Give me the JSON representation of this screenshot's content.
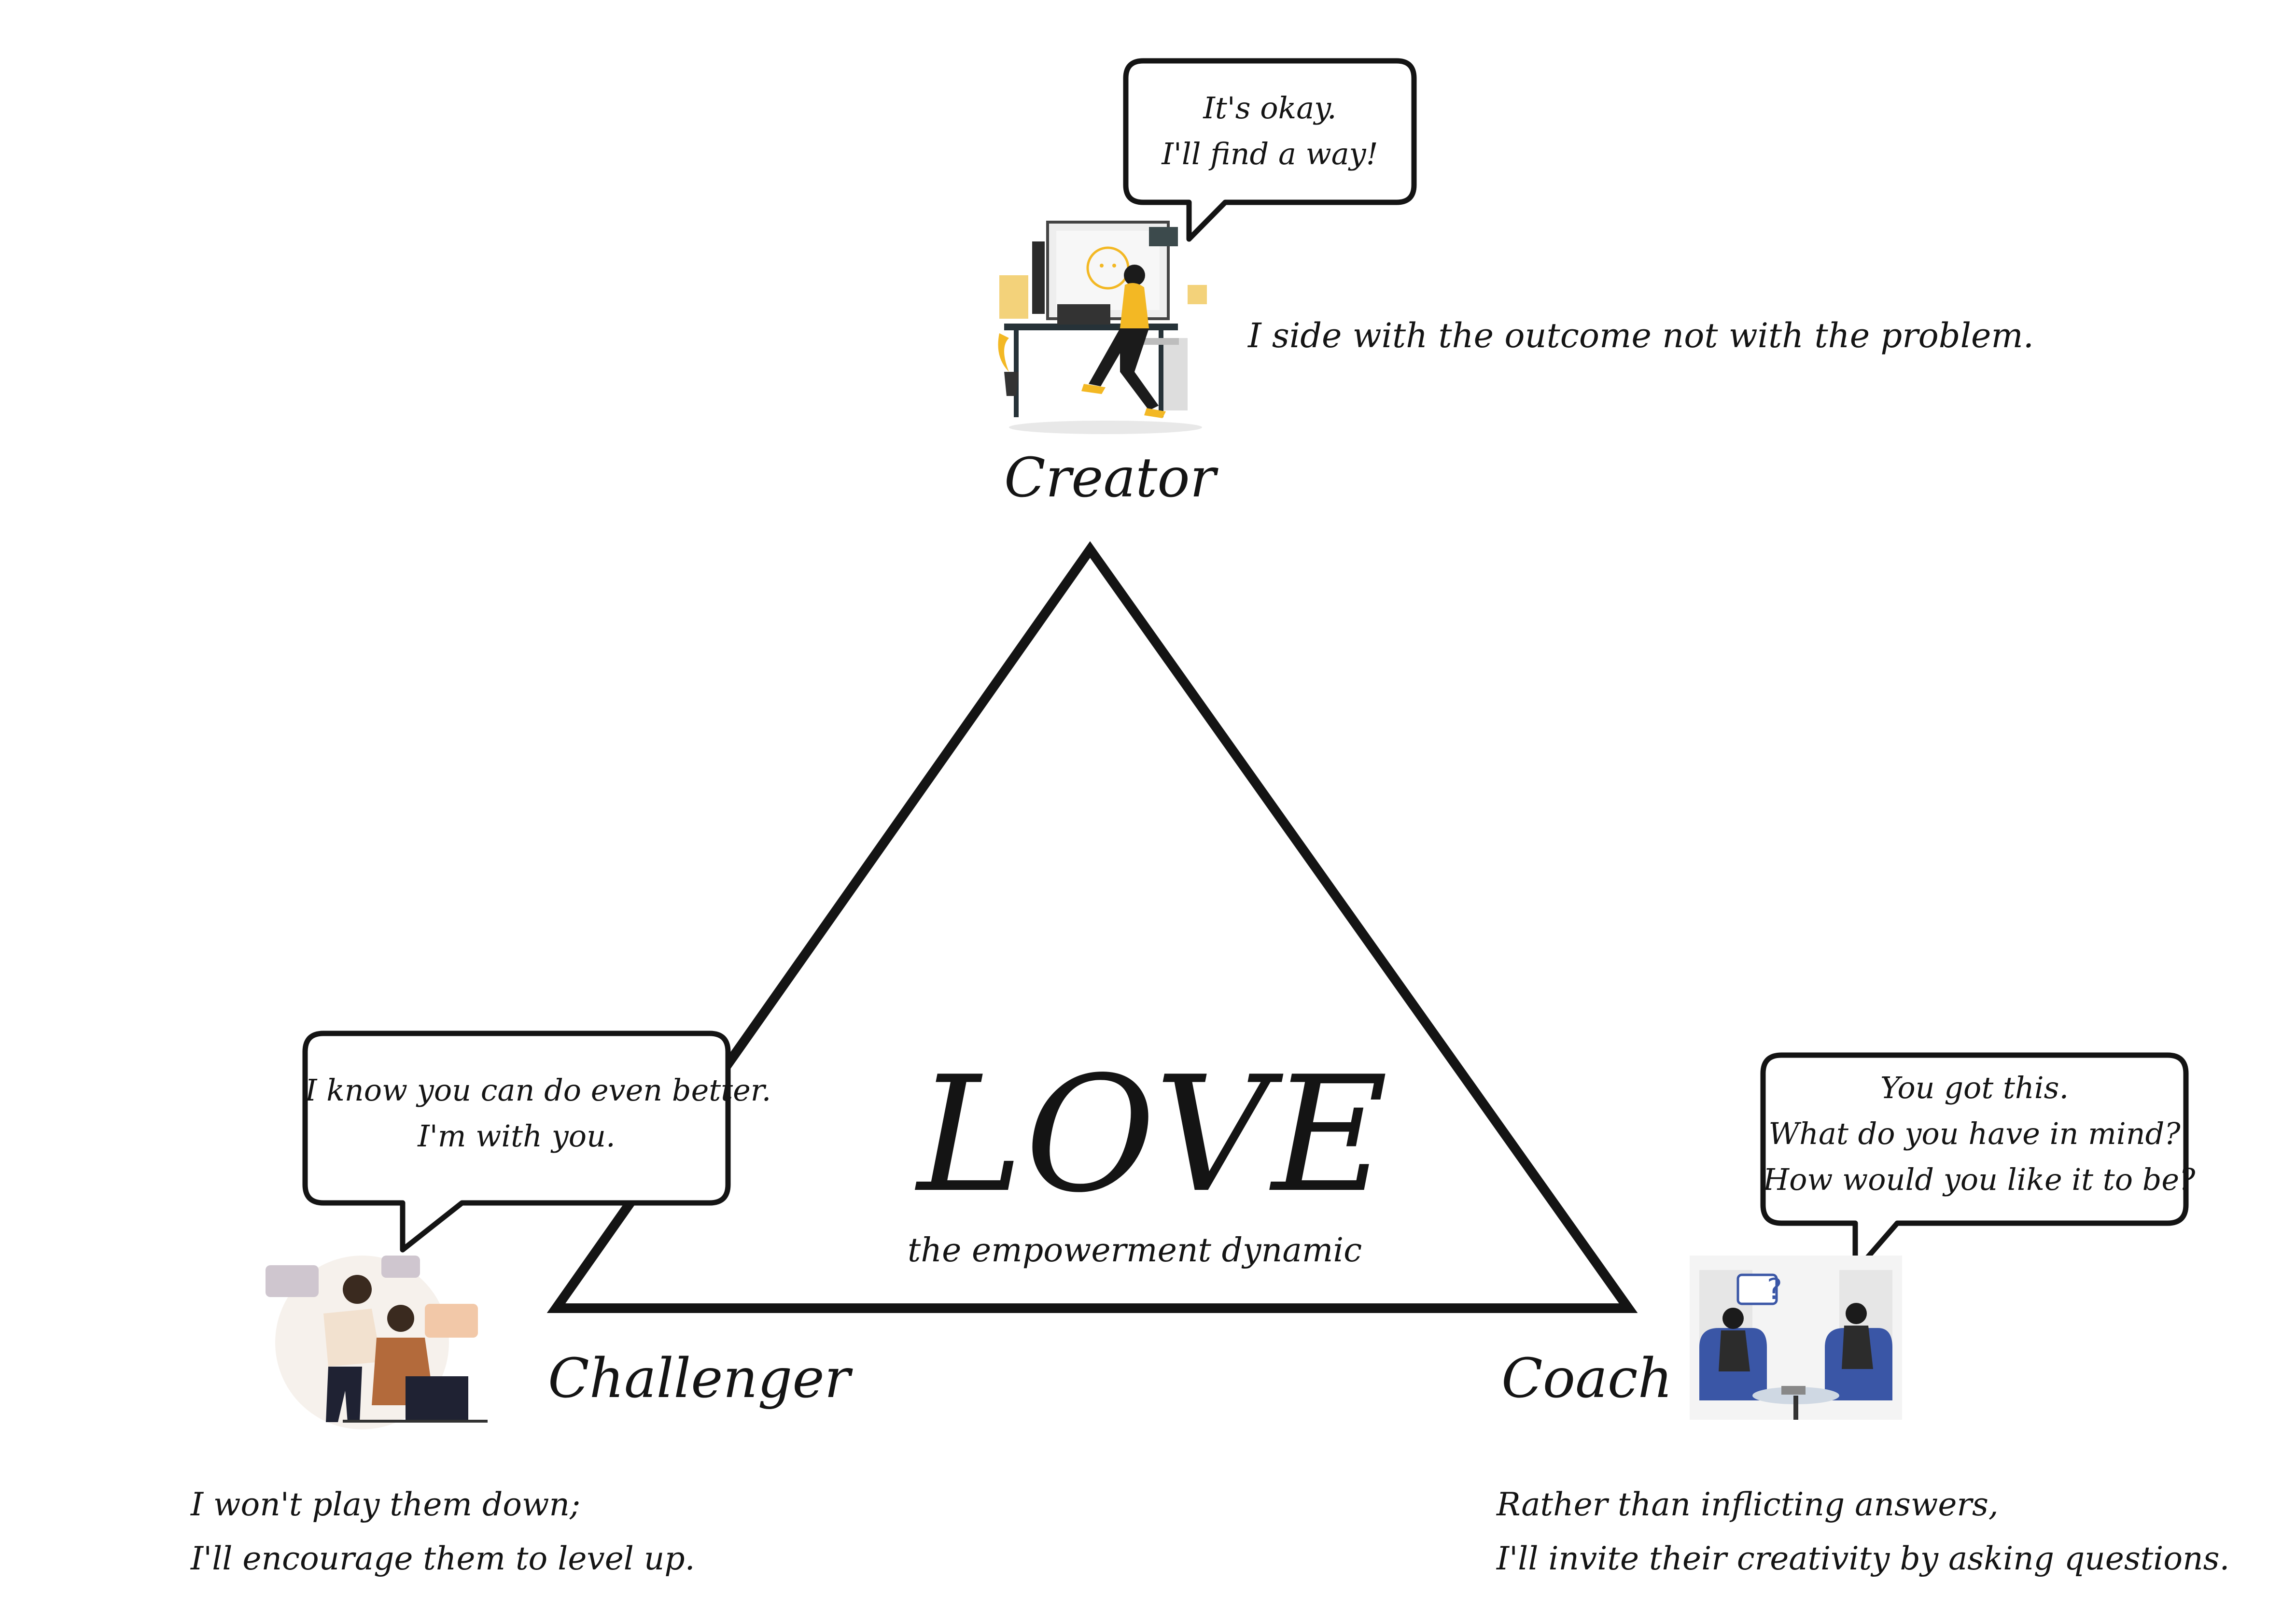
{
  "title": "LOVE",
  "subtitle": "the empowerment dynamic",
  "roles": {
    "creator": {
      "label": "Creator",
      "bubble": [
        "It's okay.",
        "I'll find a way!"
      ],
      "statement": "I side with the outcome not with the problem."
    },
    "challenger": {
      "label": "Challenger",
      "bubble": [
        "I know you can do even better.",
        "I'm with you."
      ],
      "statement": [
        "I won't play them down;",
        "I'll encourage them to level up."
      ]
    },
    "coach": {
      "label": "Coach",
      "bubble": [
        "You got this.",
        "What do you have in mind?",
        "How would you like it to be?"
      ],
      "statement": [
        "Rather than inflicting answers,",
        "I'll invite their creativity by asking questions."
      ]
    }
  },
  "colors": {
    "ink": "#141414",
    "accent_yellow": "#f3b824",
    "accent_blue": "#3a56a6",
    "accent_orange": "#e8894a"
  }
}
